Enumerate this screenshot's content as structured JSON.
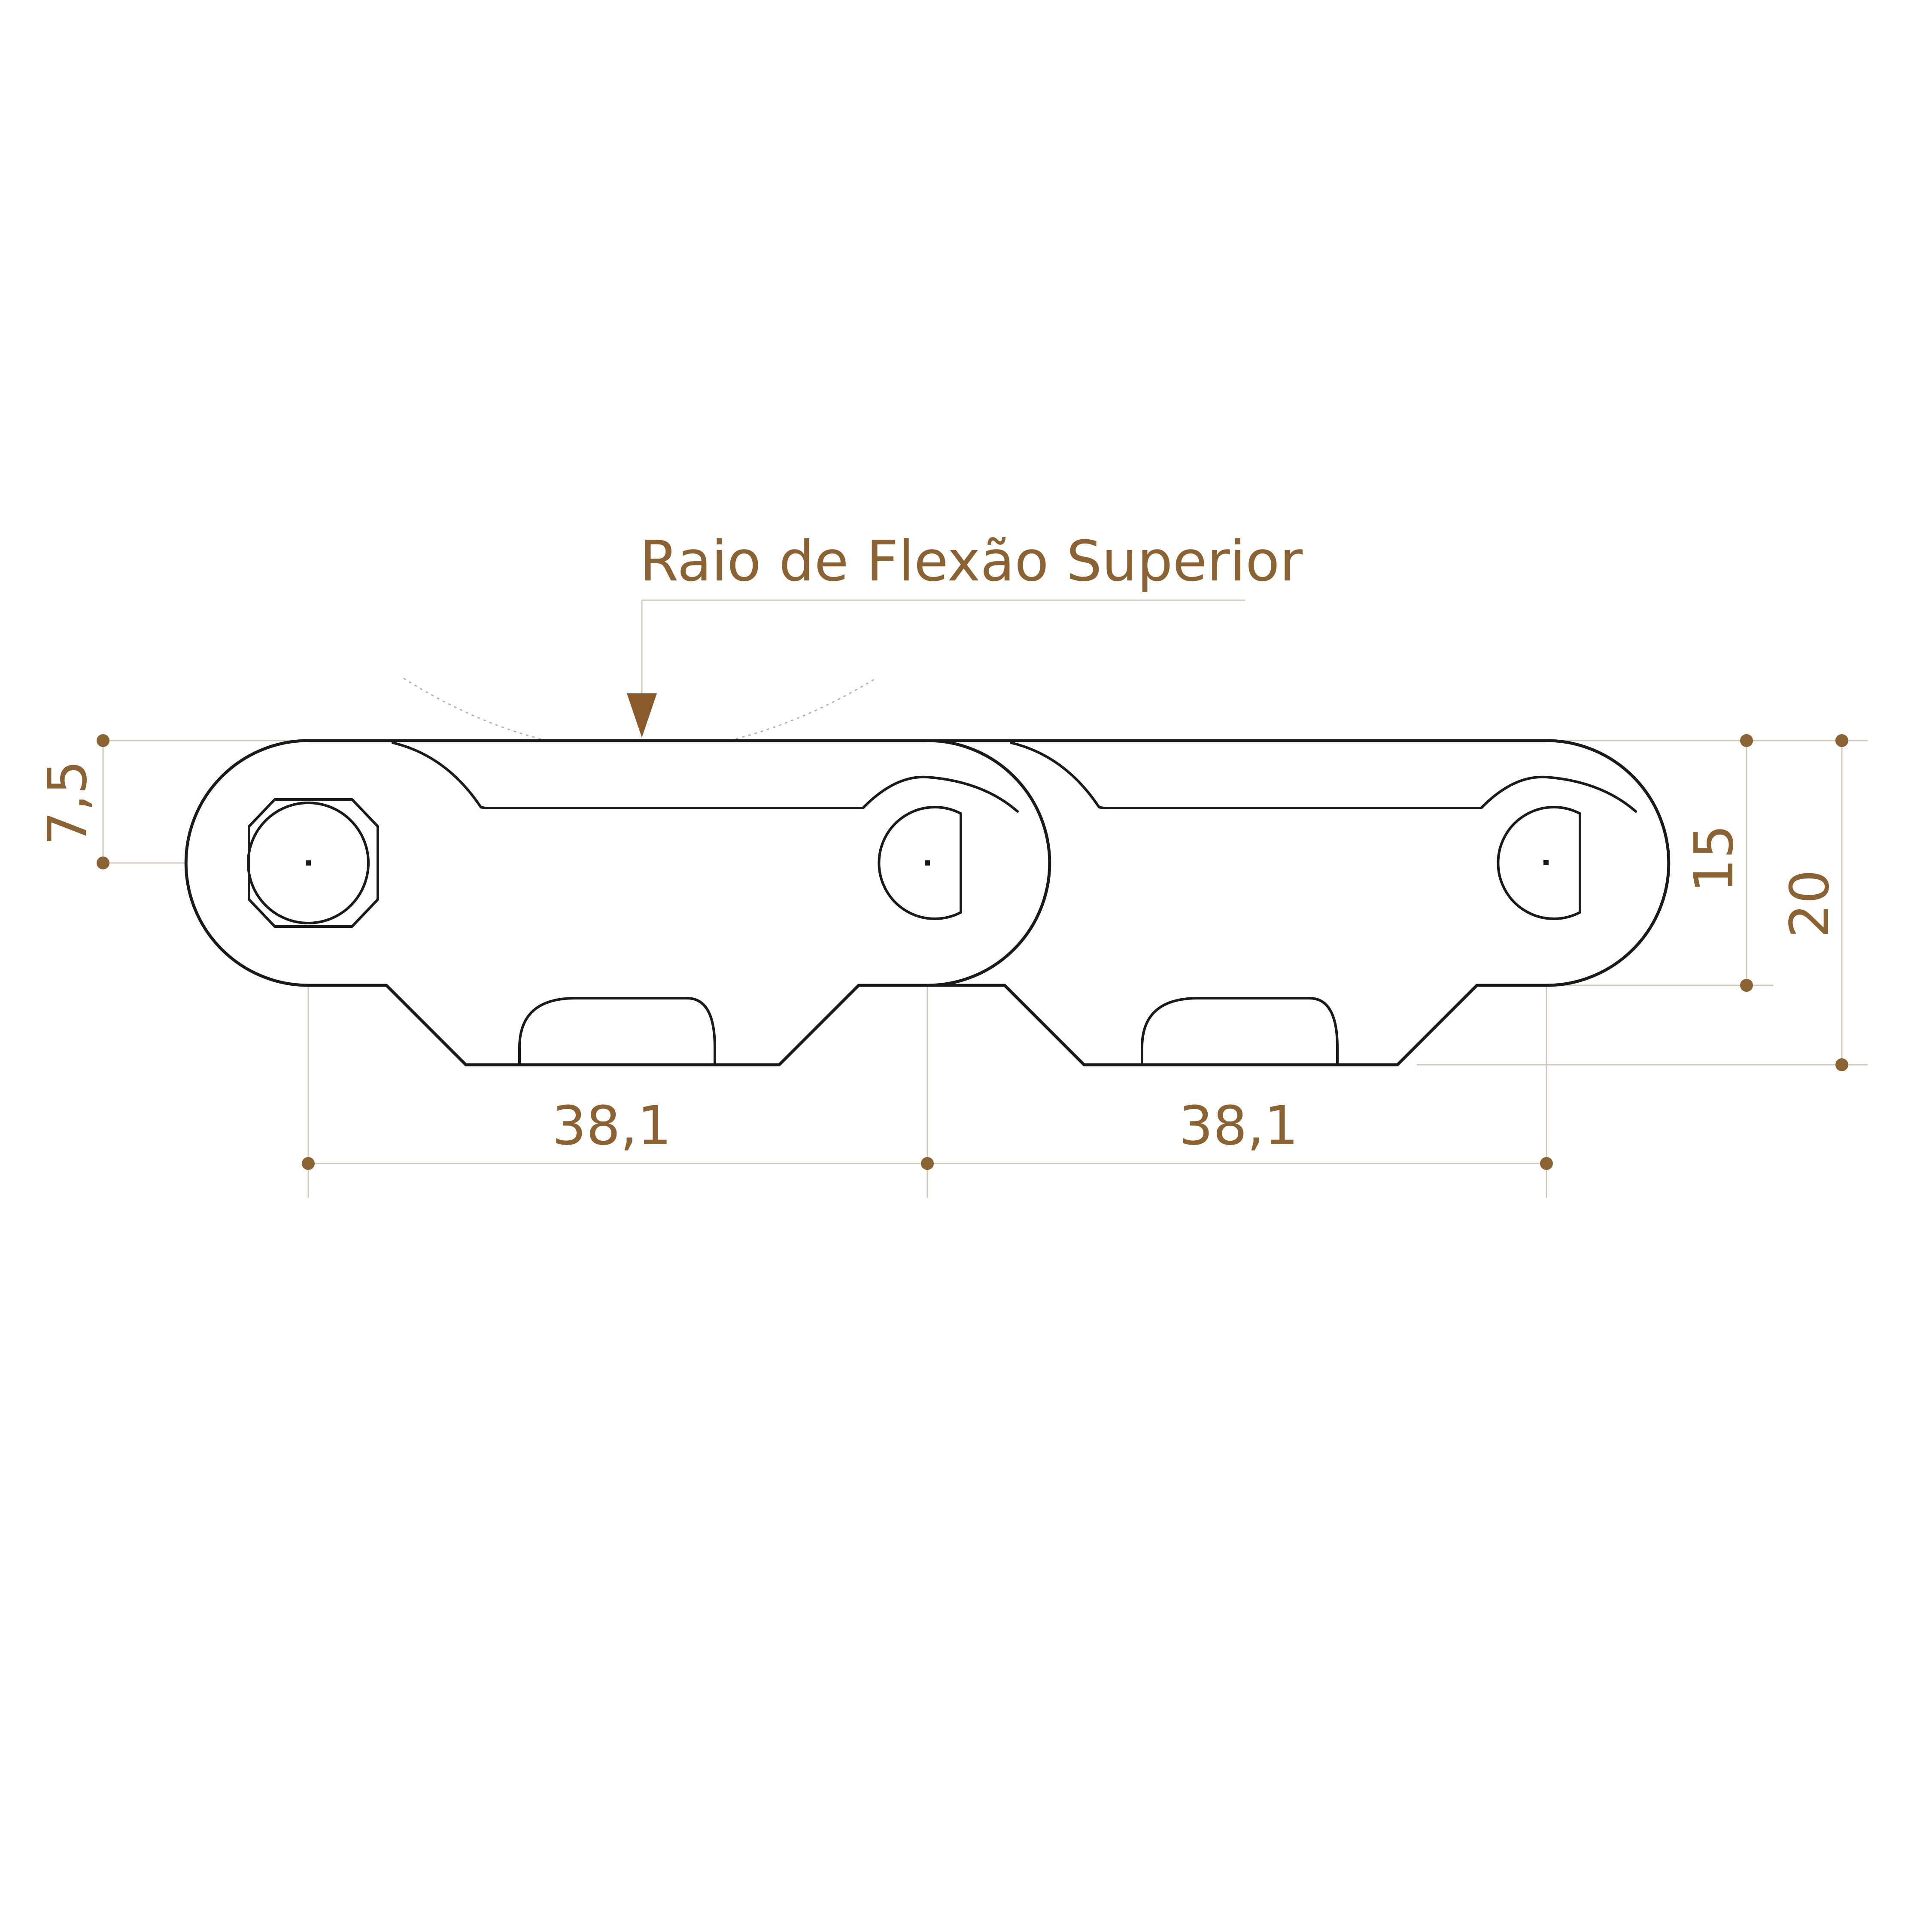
{
  "annotation": {
    "label": "Raio de Flexão Superior"
  },
  "dimensions": {
    "pitch_left": "38,1",
    "pitch_right": "38,1",
    "half_height": "7,5",
    "link_height": "15",
    "total_height": "20"
  },
  "colors": {
    "dimension": "#8a6233",
    "outline": "#1a1a1a",
    "extension_line": "#cfc8b8"
  }
}
